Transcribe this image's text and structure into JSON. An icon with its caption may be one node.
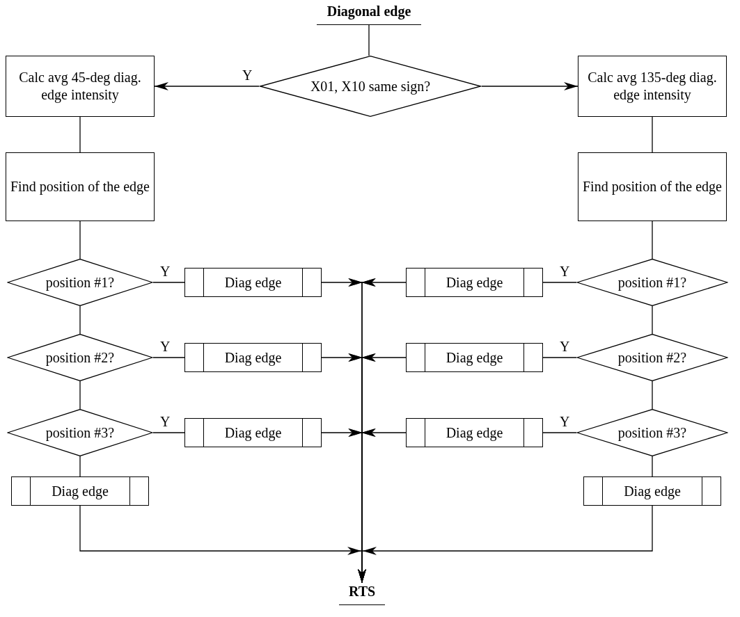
{
  "diagram": {
    "nodes": [
      {
        "text": [
          "Diagonal edge"
        ]
      },
      {
        "text": [
          "X01, X10 same sign?"
        ]
      },
      {
        "text": [
          "Calc avg 45-deg diag. edge intensity"
        ]
      },
      {
        "text": [
          "Calc avg 135-deg diag. edge intensity"
        ]
      },
      {
        "text": [
          "Find position of the edge"
        ]
      },
      {
        "text": [
          "Find position of the edge"
        ]
      },
      {
        "text": [
          "position #1?"
        ]
      },
      {
        "text": [
          "Diag edge"
        ]
      },
      {
        "text": [
          "Diag edge"
        ]
      },
      {
        "text": [
          "position #1?"
        ]
      },
      {
        "text": [
          "position #2?"
        ]
      },
      {
        "text": [
          "Diag edge"
        ]
      },
      {
        "text": [
          "Diag edge"
        ]
      },
      {
        "text": [
          "position #2?"
        ]
      },
      {
        "text": [
          "position #3?"
        ]
      },
      {
        "text": [
          "Diag edge"
        ]
      },
      {
        "text": [
          "Diag edge"
        ]
      },
      {
        "text": [
          "position #3?"
        ]
      },
      {
        "text": [
          "Diag edge"
        ]
      },
      {
        "text": [
          "Diag edge"
        ]
      },
      {
        "text": [
          "RTS"
        ]
      }
    ],
    "edges": [
      {
        "from": 0,
        "to": 1,
        "arrow": "none"
      },
      {
        "from": 1,
        "to": 2,
        "arrow": "to",
        "label": "Y"
      },
      {
        "from": 1,
        "to": 3,
        "arrow": "to"
      },
      {
        "from": 2,
        "to": 4,
        "arrow": "none"
      },
      {
        "from": 3,
        "to": 5,
        "arrow": "none"
      },
      {
        "from": 4,
        "to": 6,
        "arrow": "none"
      },
      {
        "from": 5,
        "to": 9,
        "arrow": "none"
      },
      {
        "from": 6,
        "to": 7,
        "arrow": "none",
        "label": "Y"
      },
      {
        "from": 9,
        "to": 8,
        "arrow": "none",
        "label": "Y"
      },
      {
        "from": 6,
        "to": 10,
        "arrow": "none"
      },
      {
        "from": 9,
        "to": 13,
        "arrow": "none"
      },
      {
        "from": 10,
        "to": 11,
        "arrow": "none",
        "label": "Y"
      },
      {
        "from": 13,
        "to": 12,
        "arrow": "none",
        "label": "Y"
      },
      {
        "from": 10,
        "to": 14,
        "arrow": "none"
      },
      {
        "from": 13,
        "to": 17,
        "arrow": "none"
      },
      {
        "from": 14,
        "to": 15,
        "arrow": "none",
        "label": "Y"
      },
      {
        "from": 17,
        "to": 16,
        "arrow": "none",
        "label": "Y"
      },
      {
        "from": 14,
        "to": 18,
        "arrow": "none"
      },
      {
        "from": 17,
        "to": 19,
        "arrow": "none"
      },
      {
        "from": 7,
        "to": 20,
        "arrow": "to"
      },
      {
        "from": 8,
        "to": 20,
        "arrow": "to"
      },
      {
        "from": 11,
        "to": 20,
        "arrow": "to"
      },
      {
        "from": 12,
        "to": 20,
        "arrow": "to"
      },
      {
        "from": 15,
        "to": 20,
        "arrow": "to"
      },
      {
        "from": 16,
        "to": 20,
        "arrow": "to"
      },
      {
        "from": 18,
        "to": 20,
        "arrow": "to"
      },
      {
        "from": 19,
        "to": 20,
        "arrow": "to"
      }
    ]
  }
}
